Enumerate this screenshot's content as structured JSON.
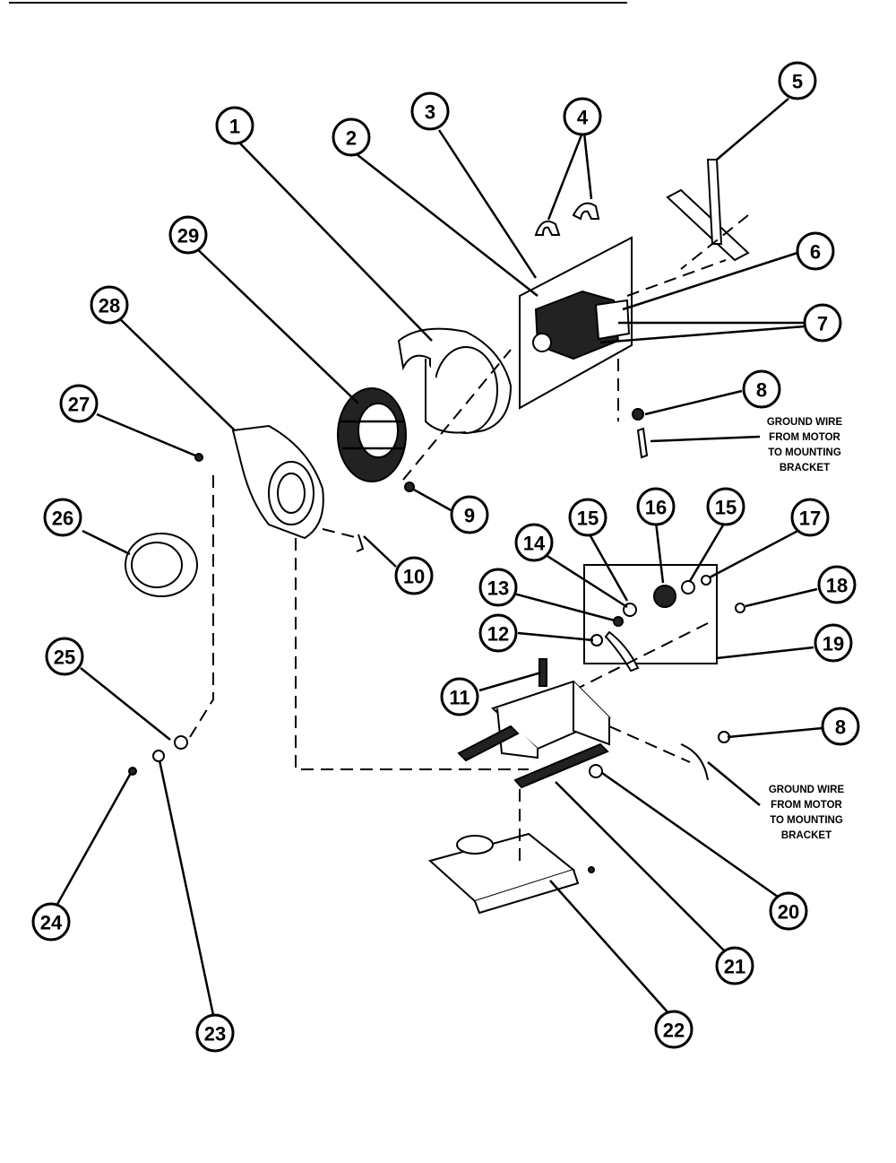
{
  "callouts": {
    "c1": "1",
    "c2": "2",
    "c3": "3",
    "c4": "4",
    "c5": "5",
    "c6": "6",
    "c7": "7",
    "c8a": "8",
    "c8b": "8",
    "c9": "9",
    "c10": "10",
    "c11": "11",
    "c12": "12",
    "c13": "13",
    "c14": "14",
    "c15a": "15",
    "c15b": "15",
    "c16": "16",
    "c17": "17",
    "c18": "18",
    "c19": "19",
    "c20": "20",
    "c21": "21",
    "c22": "22",
    "c23": "23",
    "c24": "24",
    "c25": "25",
    "c26": "26",
    "c27": "27",
    "c28": "28",
    "c29": "29"
  },
  "notes": {
    "ground_wire_upper": [
      "GROUND WIRE",
      "FROM MOTOR",
      "TO MOUNTING",
      "BRACKET"
    ],
    "ground_wire_lower": [
      "GROUND WIRE",
      "FROM MOTOR",
      "TO MOUNTING",
      "BRACKET"
    ]
  }
}
